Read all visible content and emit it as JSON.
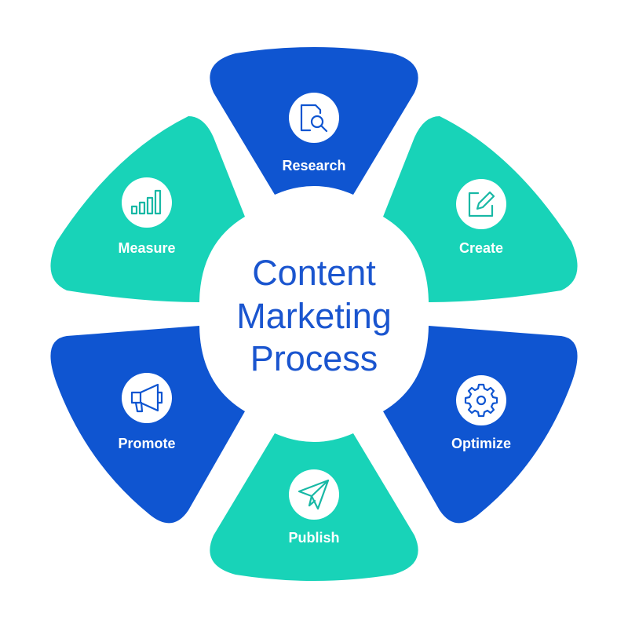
{
  "title_lines": [
    "Content",
    "Marketing",
    "Process"
  ],
  "colors": {
    "blue": "#0f55d1",
    "teal": "#18d3b8",
    "title": "#1a55cf",
    "background": "#ffffff"
  },
  "steps": [
    {
      "id": "research",
      "label": "Research",
      "icon": "magnifier-document-icon",
      "color": "blue"
    },
    {
      "id": "create",
      "label": "Create",
      "icon": "pencil-edit-icon",
      "color": "teal"
    },
    {
      "id": "optimize",
      "label": "Optimize",
      "icon": "gear-icon",
      "color": "blue"
    },
    {
      "id": "publish",
      "label": "Publish",
      "icon": "paper-plane-icon",
      "color": "teal"
    },
    {
      "id": "promote",
      "label": "Promote",
      "icon": "megaphone-icon",
      "color": "blue"
    },
    {
      "id": "measure",
      "label": "Measure",
      "icon": "bar-chart-icon",
      "color": "teal"
    }
  ]
}
